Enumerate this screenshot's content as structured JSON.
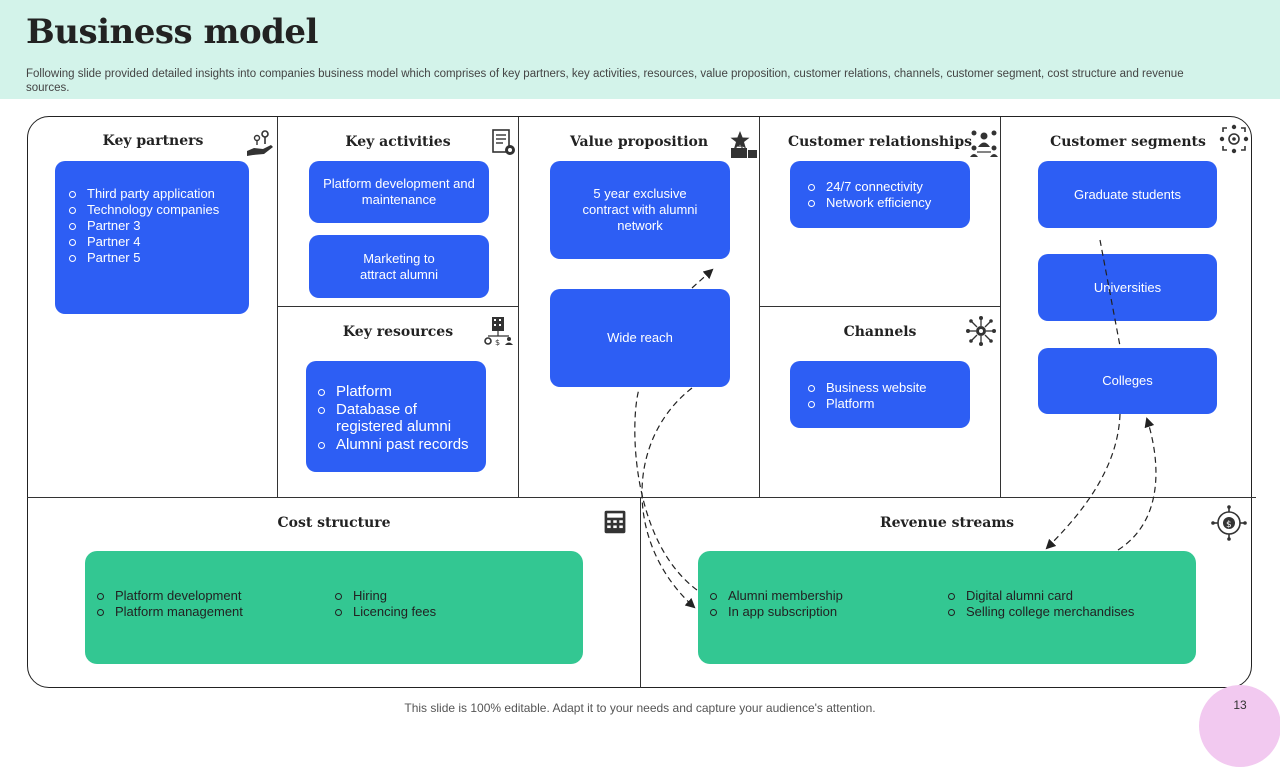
{
  "header": {
    "title": "Business model",
    "subtitle": "Following slide provided detailed insights into companies business model which comprises of key partners, key activities, resources, value proposition, customer relations, channels, customer segment, cost structure and revenue sources."
  },
  "sections": {
    "key_partners": {
      "title": "Key partners",
      "icon": "handshake-keys-icon",
      "items": [
        "Third party application",
        "Technology companies",
        "Partner 3",
        "Partner 4",
        "Partner 5"
      ]
    },
    "key_activities": {
      "title": "Key activities",
      "icon": "document-gear-icon",
      "boxes": [
        "Platform development  and maintenance",
        "Marketing to attract alumni"
      ]
    },
    "key_resources": {
      "title": "Key resources",
      "icon": "building-resources-icon",
      "items": [
        "Platform",
        "Database of registered alumni",
        "Alumni past records"
      ]
    },
    "value_proposition": {
      "title": "Value proposition",
      "icon": "star-briefcase-icon",
      "boxes": [
        "5 year exclusive contract with alumni network",
        "Wide reach"
      ]
    },
    "customer_relationships": {
      "title": "Customer relationships",
      "icon": "people-network-icon",
      "items": [
        "24/7 connectivity",
        "Network efficiency"
      ]
    },
    "channels": {
      "title": "Channels",
      "icon": "hub-nodes-icon",
      "items": [
        "Business website",
        "Platform"
      ]
    },
    "customer_segments": {
      "title": "Customer segments",
      "icon": "target-people-icon",
      "boxes": [
        "Graduate students",
        "Universities",
        "Colleges"
      ]
    },
    "cost_structure": {
      "title": "Cost structure",
      "icon": "cash-register-icon",
      "col1": [
        "Platform development",
        "Platform management"
      ],
      "col2": [
        "Hiring",
        "Licencing fees"
      ]
    },
    "revenue_streams": {
      "title": "Revenue streams",
      "icon": "dollar-gear-icon",
      "col1": [
        "Alumni membership",
        "In app subscription"
      ],
      "col2": [
        "Digital alumni card",
        "Selling college merchandises"
      ]
    }
  },
  "footer": {
    "note": "This slide is 100% editable. Adapt it to your needs and capture your audience's attention.",
    "page_number": "13"
  },
  "colors": {
    "header_bg": "#d3f3ea",
    "box_blue": "#2d5ef4",
    "box_green": "#33c792",
    "page_circle": "#f2c9f0"
  }
}
